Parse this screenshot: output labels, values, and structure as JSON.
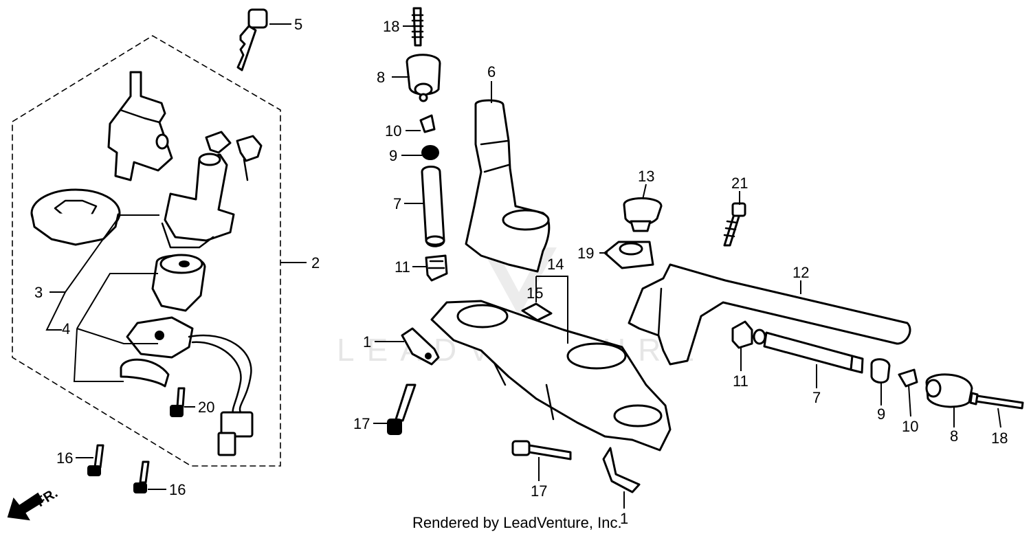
{
  "watermark": "LEADVENTURE",
  "credit": "Rendered by LeadVenture, Inc.",
  "direction_label": "FR.",
  "callouts": {
    "c1_left": "1",
    "c1_bottom": "1",
    "c2": "2",
    "c3": "3",
    "c4": "4",
    "c5": "5",
    "c6": "6",
    "c7_left": "7",
    "c7_right": "7",
    "c8_left": "8",
    "c8_right": "8",
    "c9_left": "9",
    "c9_right": "9",
    "c10_left": "10",
    "c10_right": "10",
    "c11_left": "11",
    "c11_right": "11",
    "c12": "12",
    "c13": "13",
    "c14": "14",
    "c15": "15",
    "c16_top": "16",
    "c16_bottom": "16",
    "c17_left": "17",
    "c17_bottom": "17",
    "c18_left": "18",
    "c18_right": "18",
    "c19": "19",
    "c20": "20",
    "c21": "21"
  },
  "icons": {
    "direction_arrow": "arrow-down-left-icon"
  }
}
